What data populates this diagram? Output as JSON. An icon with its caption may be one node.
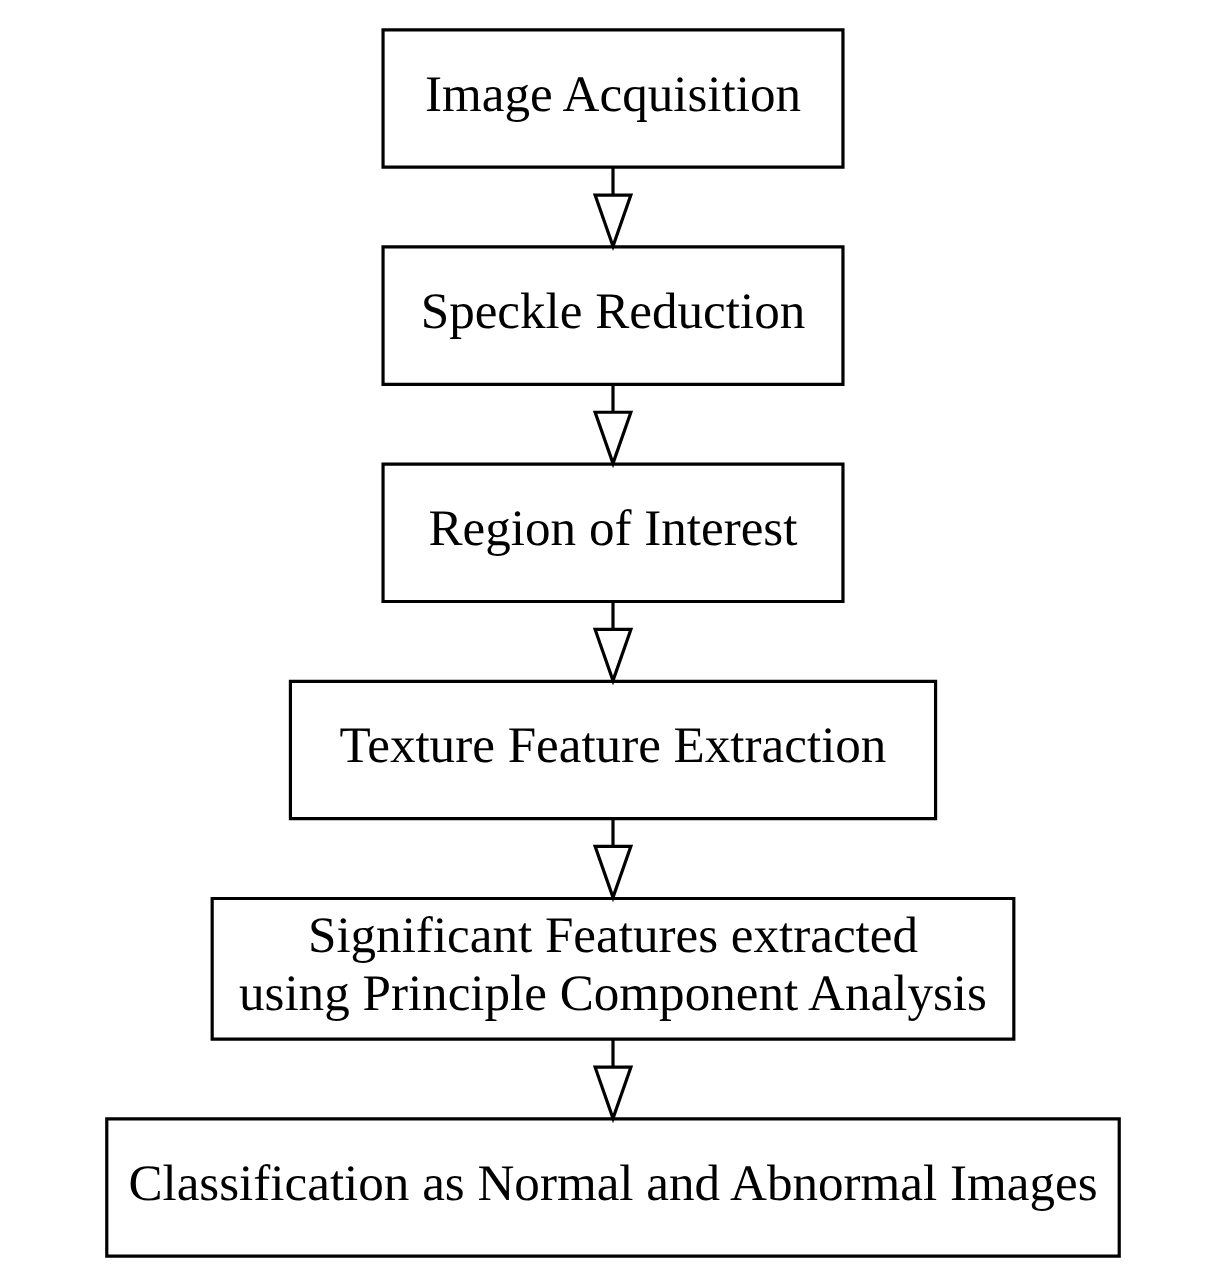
{
  "diagram": {
    "nodes": [
      {
        "text": [
          "Image Acquisition"
        ]
      },
      {
        "text": [
          "Speckle Reduction"
        ]
      },
      {
        "text": [
          "Region of Interest"
        ]
      },
      {
        "text": [
          "Texture Feature Extraction"
        ]
      },
      {
        "text": [
          "Significant Features extracted using Principle Component Analysis"
        ]
      },
      {
        "text": [
          "Classification as Normal and Abnormal Images"
        ]
      }
    ],
    "edges": [
      {
        "from": 0,
        "to": 1,
        "arrow": "to"
      },
      {
        "from": 1,
        "to": 2,
        "arrow": "to"
      },
      {
        "from": 2,
        "to": 3,
        "arrow": "to"
      },
      {
        "from": 3,
        "to": 4,
        "arrow": "to"
      },
      {
        "from": 4,
        "to": 5,
        "arrow": "to"
      }
    ]
  }
}
